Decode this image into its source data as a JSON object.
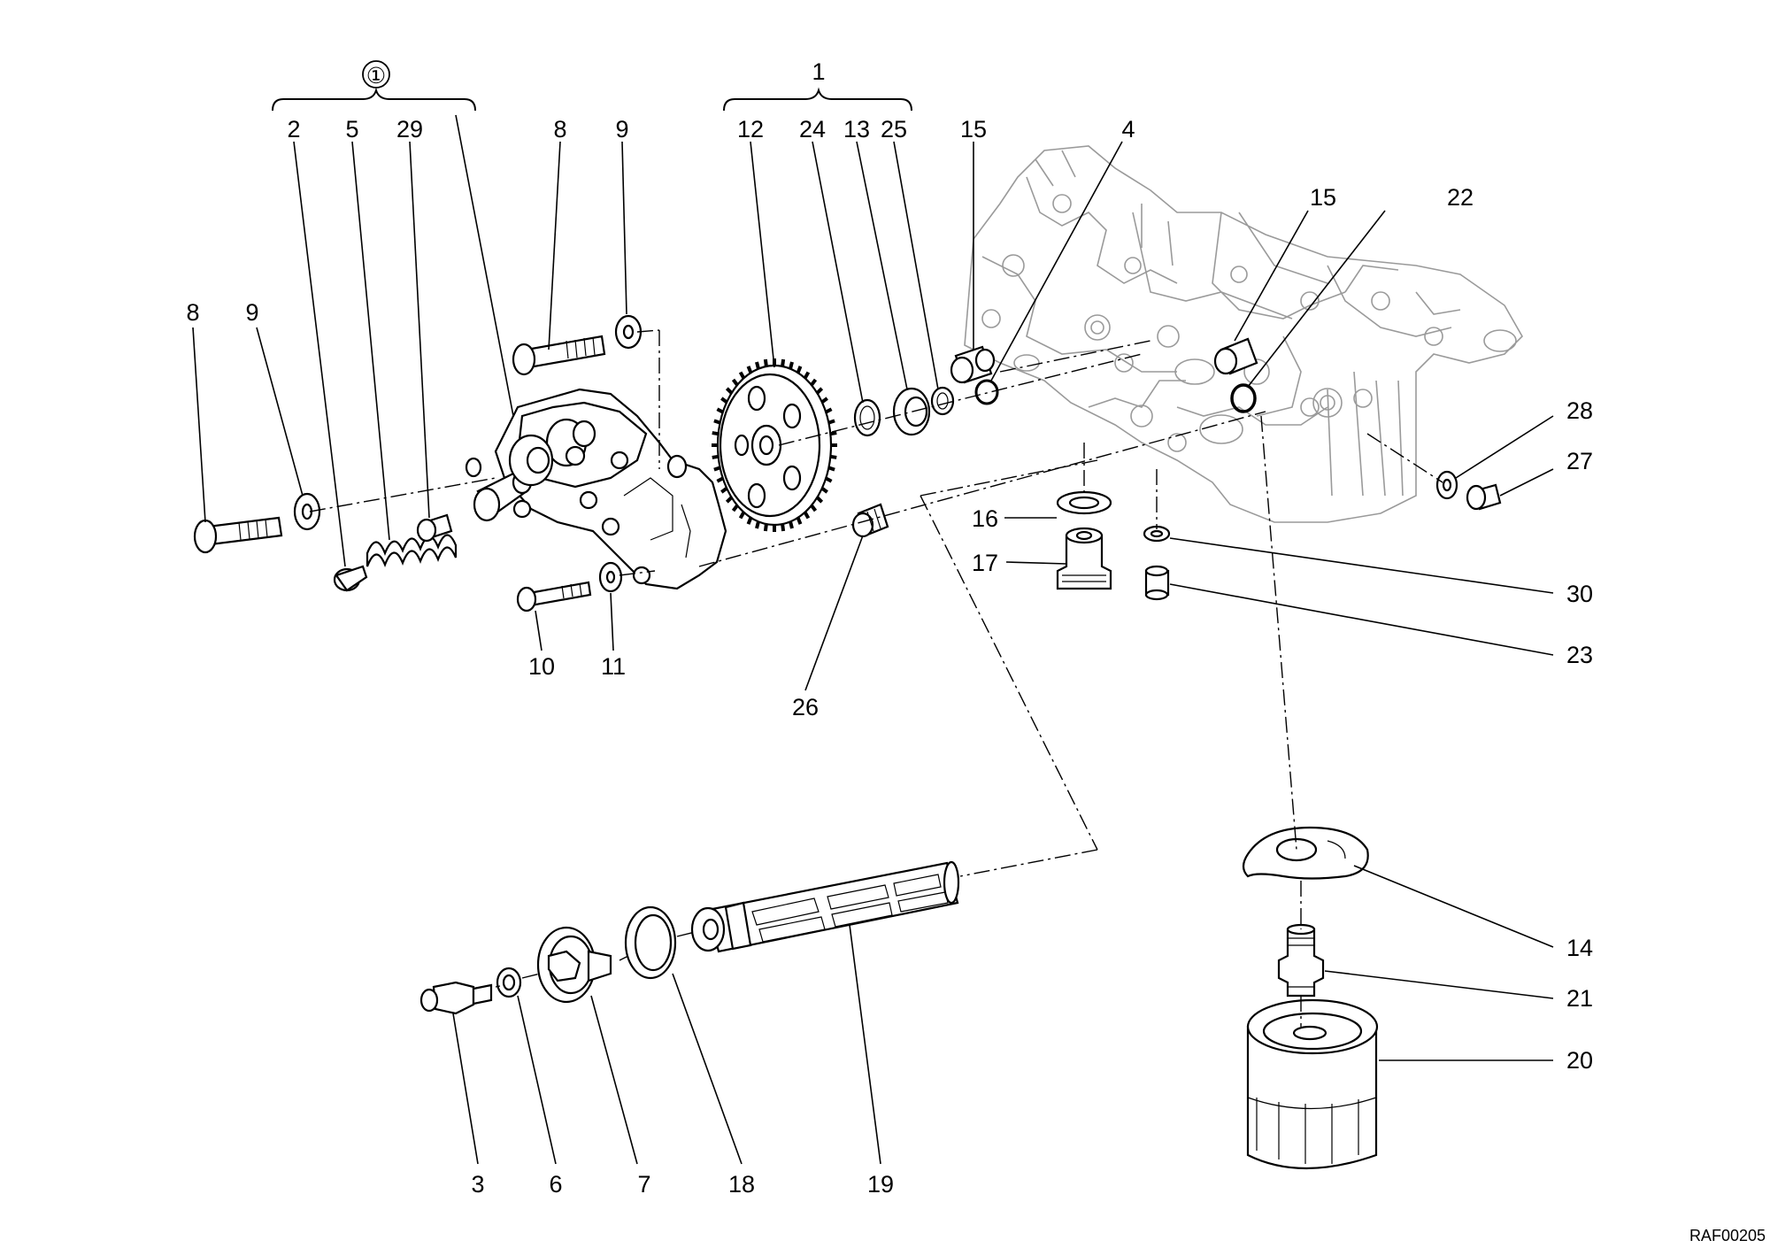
{
  "diagram": {
    "drawing_code": "RAF00205",
    "group_labels": {
      "pump_kit": "①",
      "gear_kit": "1"
    },
    "part_labels": [
      {
        "id": "p2",
        "text": "2"
      },
      {
        "id": "p5",
        "text": "5"
      },
      {
        "id": "p29",
        "text": "29"
      },
      {
        "id": "p8a",
        "text": "8"
      },
      {
        "id": "p9a",
        "text": "9"
      },
      {
        "id": "p8b",
        "text": "8"
      },
      {
        "id": "p9b",
        "text": "9"
      },
      {
        "id": "p10",
        "text": "10"
      },
      {
        "id": "p11",
        "text": "11"
      },
      {
        "id": "p12",
        "text": "12"
      },
      {
        "id": "p24",
        "text": "24"
      },
      {
        "id": "p13",
        "text": "13"
      },
      {
        "id": "p25",
        "text": "25"
      },
      {
        "id": "p15a",
        "text": "15"
      },
      {
        "id": "p4",
        "text": "4"
      },
      {
        "id": "p15b",
        "text": "15"
      },
      {
        "id": "p22",
        "text": "22"
      },
      {
        "id": "p16",
        "text": "16"
      },
      {
        "id": "p17",
        "text": "17"
      },
      {
        "id": "p26",
        "text": "26"
      },
      {
        "id": "p28",
        "text": "28"
      },
      {
        "id": "p27",
        "text": "27"
      },
      {
        "id": "p30",
        "text": "30"
      },
      {
        "id": "p23",
        "text": "23"
      },
      {
        "id": "p14",
        "text": "14"
      },
      {
        "id": "p21",
        "text": "21"
      },
      {
        "id": "p20",
        "text": "20"
      },
      {
        "id": "p3",
        "text": "3"
      },
      {
        "id": "p6",
        "text": "6"
      },
      {
        "id": "p7",
        "text": "7"
      },
      {
        "id": "p18",
        "text": "18"
      },
      {
        "id": "p19",
        "text": "19"
      }
    ]
  }
}
